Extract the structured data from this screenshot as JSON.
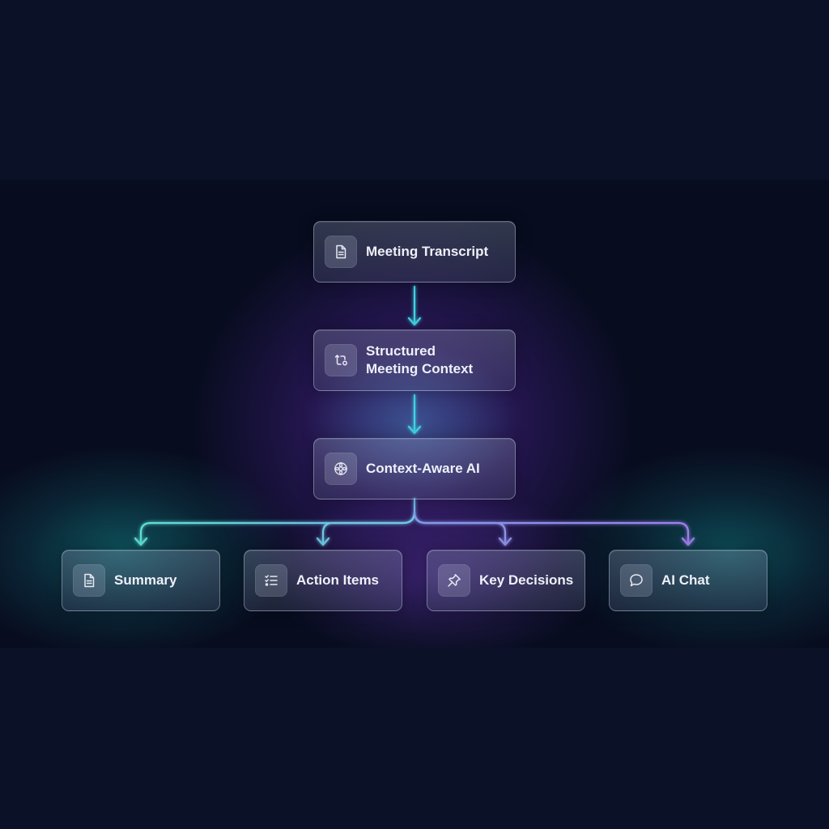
{
  "diagram": {
    "nodes": {
      "meeting_transcript": {
        "label": "Meeting Transcript",
        "icon": "document-icon"
      },
      "structured_context": {
        "label": "Structured\nMeeting Context",
        "icon": "transform-icon"
      },
      "context_aware_ai": {
        "label": "Context-Aware AI",
        "icon": "ai-flower-icon"
      },
      "summary": {
        "label": "Summary",
        "icon": "document-icon"
      },
      "action_items": {
        "label": "Action Items",
        "icon": "checklist-icon"
      },
      "key_decisions": {
        "label": "Key Decisions",
        "icon": "pin-icon"
      },
      "ai_chat": {
        "label": "AI Chat",
        "icon": "chat-bubble-icon"
      }
    },
    "edges": [
      [
        "meeting_transcript",
        "structured_context"
      ],
      [
        "structured_context",
        "context_aware_ai"
      ],
      [
        "context_aware_ai",
        "summary"
      ],
      [
        "context_aware_ai",
        "action_items"
      ],
      [
        "context_aware_ai",
        "key_decisions"
      ],
      [
        "context_aware_ai",
        "ai_chat"
      ]
    ]
  },
  "colors": {
    "background": "#0b1126",
    "band": "#070c1e",
    "connector_cyan": "#3fd6e6",
    "connector_teal": "#5fd9d2",
    "connector_purple": "#9b7bea",
    "glow_purple": "#7a3cc8",
    "glow_teal": "#149696",
    "node_text": "#eef0f8"
  }
}
